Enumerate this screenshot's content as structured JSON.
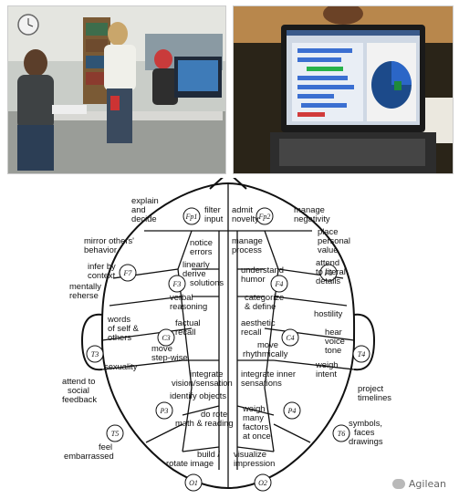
{
  "photos": {
    "left": {
      "alt": ""
    },
    "right": {
      "alt": ""
    }
  },
  "watermark": {
    "text": "Agilean"
  },
  "brain_map": {
    "nodes": {
      "Fp1": "Fp1",
      "Fp2": "Fp2",
      "F7": "F7",
      "F8": "F8",
      "F3": "F3",
      "F4": "F4",
      "C3": "C3",
      "C4": "C4",
      "T3": "T3",
      "T4": "T4",
      "P3": "P3",
      "P4": "P4",
      "T5": "T5",
      "T6": "T6",
      "O1": "O1",
      "O2": "O2"
    },
    "labels": {
      "explain_decide": [
        "explain",
        "and",
        "decide"
      ],
      "filter_input": [
        "filter",
        "input"
      ],
      "admit_novelty": [
        "admit",
        "novelty"
      ],
      "manage_negativity": [
        "manage",
        "negativity"
      ],
      "mirror": [
        "mirror others'",
        "behavior"
      ],
      "notice_errors": [
        "notice",
        "errors"
      ],
      "manage_process": [
        "manage",
        "process"
      ],
      "place_value": [
        "place",
        "personal",
        "value"
      ],
      "infer": [
        "infer by",
        "context"
      ],
      "linearly": [
        "linearly",
        "derive",
        "solutions"
      ],
      "understand_humor": [
        "understand",
        "humor"
      ],
      "literal": [
        "attend",
        "to literal",
        "details"
      ],
      "rehearse": [
        "mentally",
        "reherse"
      ],
      "verbal": [
        "verbal",
        "reasoning"
      ],
      "categorize": [
        "categorize",
        "& define"
      ],
      "words_self": [
        "words",
        "of self &",
        "others"
      ],
      "factual": [
        "factual",
        "recall"
      ],
      "aesthetic": [
        "aesthetic",
        "recall"
      ],
      "hostility": "hostility",
      "hear_voice": [
        "hear",
        "voice",
        "tone"
      ],
      "move_step": [
        "move",
        "step-wise"
      ],
      "move_rhythm": [
        "move",
        "rhythmically"
      ],
      "sexuality": "sexuality",
      "weigh_intent": [
        "weigh",
        "intent"
      ],
      "integrate_vision": [
        "integrate",
        "vision/sensation"
      ],
      "integrate_inner": [
        "integrate inner",
        "sensations"
      ],
      "identify_objects": "identify objects",
      "social": [
        "attend to",
        "social",
        "feedback"
      ],
      "project": [
        "project",
        "timelines"
      ],
      "do_rote": [
        "do rote",
        "math & reading"
      ],
      "weigh_factors": [
        "weigh",
        "many",
        "factors",
        "at once"
      ],
      "symbols": [
        "symbols,",
        "faces",
        "drawings"
      ],
      "embarrassed": [
        "feel",
        "embarrassed"
      ],
      "build_rotate": [
        "build /",
        "rotate image"
      ],
      "visualize": [
        "visualize",
        "impression"
      ]
    }
  }
}
